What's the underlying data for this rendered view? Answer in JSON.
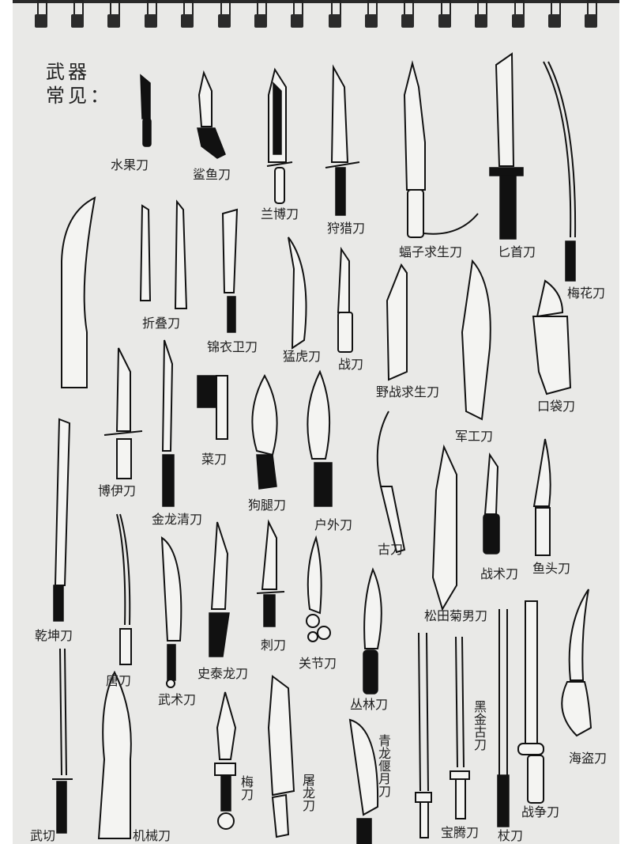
{
  "page": {
    "type": "hand-drawn sketchbook page",
    "paper_color": "#e9e9e7",
    "ink_color": "#111111",
    "binding_ring_count": 16
  },
  "title": {
    "line1": "武器",
    "line2": "常见："
  },
  "knives": [
    {
      "id": "fruit-knife",
      "label": "水果刀"
    },
    {
      "id": "shark-knife",
      "label": "鲨鱼刀"
    },
    {
      "id": "rambo-knife",
      "label": "兰博刀"
    },
    {
      "id": "hunting-knife",
      "label": "狩猎刀"
    },
    {
      "id": "bat-survival-knife",
      "label": "蝠子求生刀"
    },
    {
      "id": "dagger",
      "label": "匕首刀"
    },
    {
      "id": "plum-blossom-knife",
      "label": "梅花刀"
    },
    {
      "id": "folding-knife",
      "label": "折叠刀"
    },
    {
      "id": "jinyiwei-knife",
      "label": "锦衣卫刀"
    },
    {
      "id": "fierce-tiger-knife",
      "label": "猛虎刀"
    },
    {
      "id": "combat-knife",
      "label": "战刀"
    },
    {
      "id": "field-survival-knife",
      "label": "野战求生刀"
    },
    {
      "id": "military-knife",
      "label": "军工刀"
    },
    {
      "id": "pocket-knife",
      "label": "口袋刀"
    },
    {
      "id": "cleaver",
      "label": "菜刀"
    },
    {
      "id": "bowie-knife",
      "label": "博伊刀"
    },
    {
      "id": "golden-dragon-knife",
      "label": "金龙清刀"
    },
    {
      "id": "kukri-knife",
      "label": "狗腿刀"
    },
    {
      "id": "outdoor-knife",
      "label": "户外刀"
    },
    {
      "id": "ancient-knife",
      "label": "古刀"
    },
    {
      "id": "tactical-knife",
      "label": "战术刀"
    },
    {
      "id": "fishhead-knife",
      "label": "鱼头刀"
    },
    {
      "id": "matsuda-knife",
      "label": "松田菊男刀"
    },
    {
      "id": "qiankun-knife",
      "label": "乾坤刀"
    },
    {
      "id": "tang-knife",
      "label": "唐刀"
    },
    {
      "id": "martial-knife",
      "label": "武术刀"
    },
    {
      "id": "shitailong-knife",
      "label": "史泰龙刀"
    },
    {
      "id": "bayonet",
      "label": "刺刀"
    },
    {
      "id": "knuckle-knife",
      "label": "关节刀"
    },
    {
      "id": "jungle-knife",
      "label": "丛林刀"
    },
    {
      "id": "qinglong-knife",
      "label": "青龙偃月刀"
    },
    {
      "id": "black-gold-knife",
      "label": "黑金古刀"
    },
    {
      "id": "pirate-knife",
      "label": "海盗刀"
    },
    {
      "id": "wuqie-knife",
      "label": "武切"
    },
    {
      "id": "mechanical-knife",
      "label": "机械刀"
    },
    {
      "id": "plum-knife",
      "label": "梅刀"
    },
    {
      "id": "dragon-slayer-knife",
      "label": "屠龙刀"
    },
    {
      "id": "baoteng-knife",
      "label": "宝腾刀"
    },
    {
      "id": "staff-knife",
      "label": "杖刀"
    },
    {
      "id": "war-knife",
      "label": "战争刀"
    }
  ]
}
